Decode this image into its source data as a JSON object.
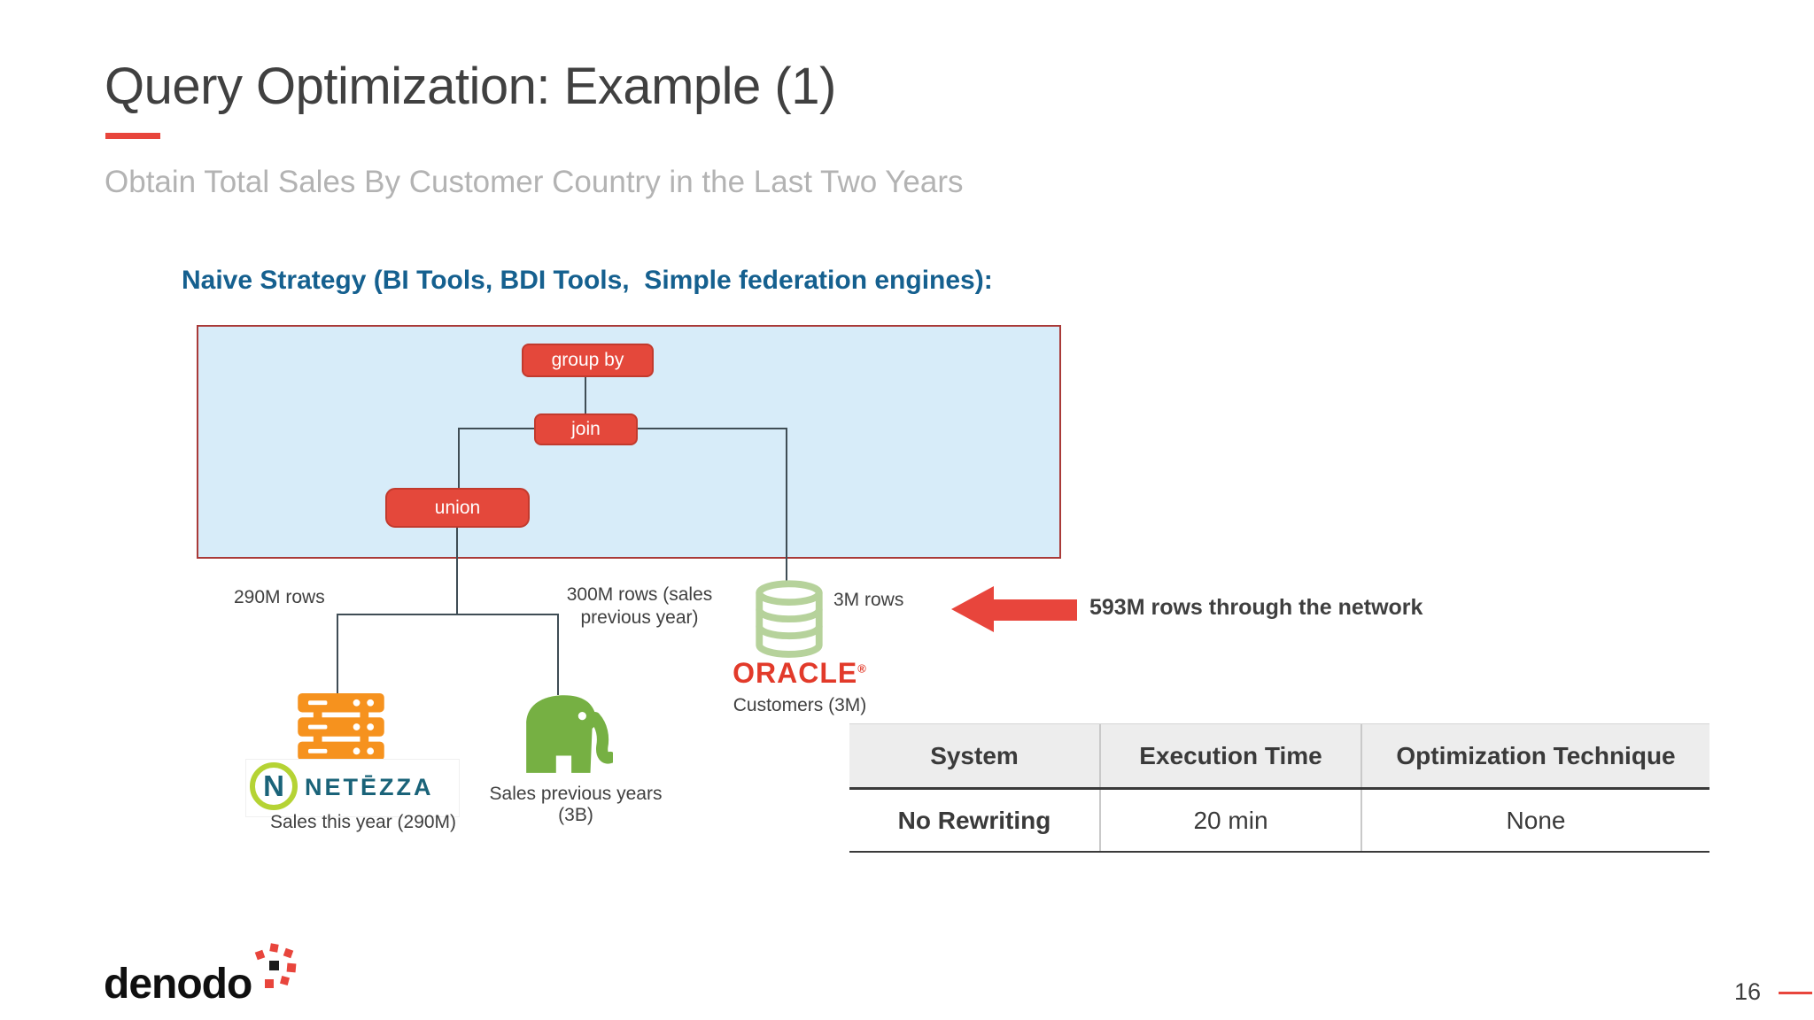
{
  "slide": {
    "title": "Query Optimization: Example (1)",
    "subtitle": "Obtain Total Sales By Customer Country in the Last Two Years"
  },
  "strategy_heading": "Naive Strategy (BI Tools, BDI Tools,  Simple federation engines):",
  "tree": {
    "group_by": "group by",
    "join": "join",
    "union": "union"
  },
  "edge_labels": {
    "left_rows": "290M rows",
    "middle_rows": "300M rows (sales previous year)",
    "right_rows": "3M rows"
  },
  "sources": {
    "netezza": {
      "initial": "N",
      "brand": "NETĒZZA",
      "table": "Sales this year (290M)"
    },
    "hadoop": {
      "table": "Sales previous years (3B)"
    },
    "oracle": {
      "brand": "ORACLE",
      "reg": "®",
      "table": "Customers (3M)"
    }
  },
  "callout": {
    "text": "593M rows through the network"
  },
  "results_table": {
    "headers": [
      "System",
      "Execution Time",
      "Optimization Technique"
    ],
    "rows": [
      [
        "No Rewriting",
        "20 min",
        "None"
      ]
    ]
  },
  "footer": {
    "brand": "denodo",
    "page": "16"
  },
  "colors": {
    "accent_red": "#e8453c",
    "node_red": "#e4483b",
    "panel_blue": "#d7ecf9",
    "panel_border": "#a93a38",
    "heading_blue": "#15608f",
    "netezza_orange": "#f6921e",
    "netezza_teal": "#1a6379",
    "netezza_lime": "#b5d334",
    "hadoop_green": "#76b043",
    "oracle_cylinder_green": "#b6d29b",
    "oracle_red": "#e23a2a",
    "text_dark": "#404040",
    "text_muted": "#b3b3b3"
  }
}
